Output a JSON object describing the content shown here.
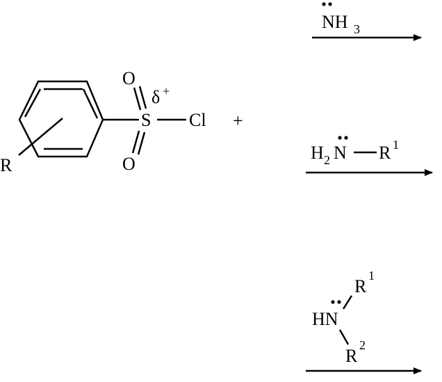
{
  "reactant": {
    "substituent": "R",
    "sulfur": "S",
    "oxygen_top": "O",
    "oxygen_bottom": "O",
    "chlorine": "Cl",
    "partial_charge": "δ",
    "partial_charge_sign": "+",
    "plus_sign": "+"
  },
  "reagents": [
    {
      "parts": [
        "NH",
        "3"
      ]
    },
    {
      "parts": [
        "H",
        "2",
        "N",
        "R",
        "1"
      ]
    },
    {
      "parts": [
        "HN",
        "R",
        "1",
        "R",
        "2"
      ]
    }
  ]
}
